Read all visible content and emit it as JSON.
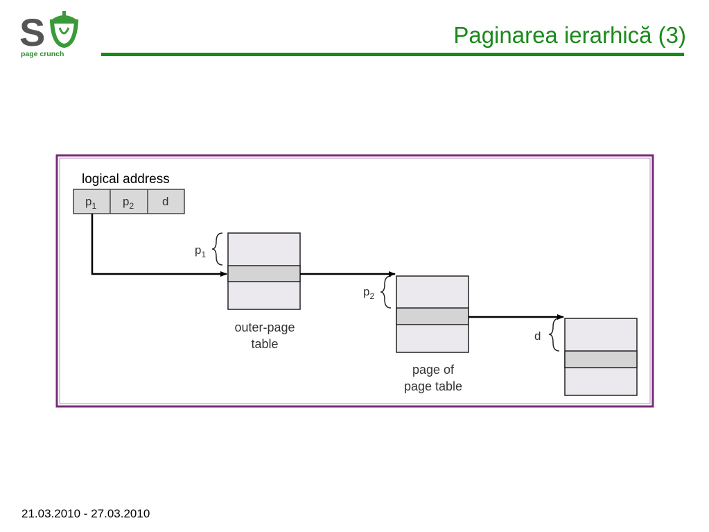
{
  "slide": {
    "title": "Paginarea ierarhică (3)",
    "footer": "21.03.2010 - 27.03.2010"
  },
  "logo": {
    "letter": "S",
    "tagline": "page crunch",
    "icon": "acorn-icon",
    "colors": {
      "letter": "#555555",
      "acorn": "#3a9a3a",
      "tagline": "#2e8b2e"
    }
  },
  "colors": {
    "accent": "#1a8a1a",
    "frame": "#7a2a7a",
    "table_fill": "#ece9ee",
    "entry_fill": "#d4d4d4",
    "address_fill": "#d9d9d9"
  },
  "diagram": {
    "logical_address": {
      "label": "logical address",
      "fields": [
        {
          "base": "p",
          "sub": "1"
        },
        {
          "base": "p",
          "sub": "2"
        },
        {
          "base": "d",
          "sub": ""
        }
      ]
    },
    "outer_table": {
      "caption_line1": "outer-page",
      "caption_line2": "table",
      "brace_base": "p",
      "brace_sub": "1"
    },
    "page_table": {
      "caption_line1": "page of",
      "caption_line2": "page table",
      "brace_base": "p",
      "brace_sub": "2"
    },
    "memory_page": {
      "brace_base": "d",
      "brace_sub": ""
    }
  }
}
